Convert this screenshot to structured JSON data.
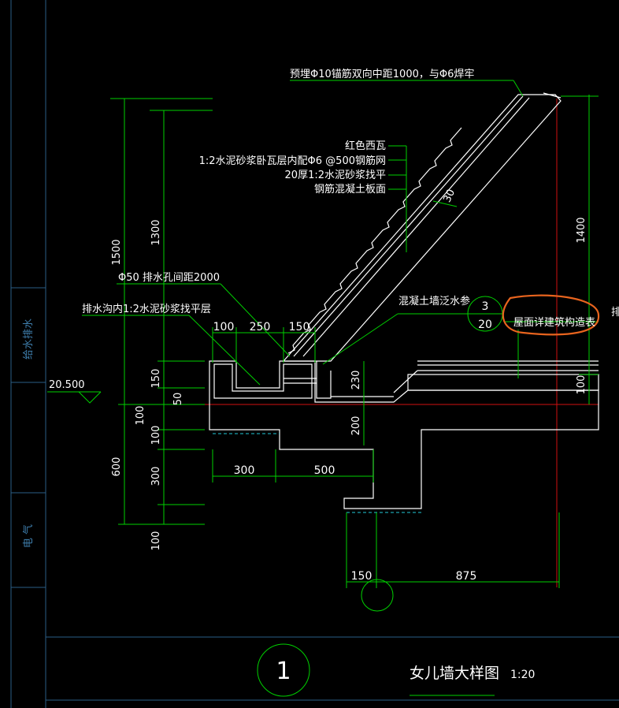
{
  "sidebar": {
    "labels": [
      "给水排水",
      "电 气"
    ]
  },
  "notes": {
    "embed": "预埋Φ10锚筋双向中距1000，与Φ6焊牢",
    "tile": "红色西瓦",
    "mortar_bed": "1:2水泥砂浆卧瓦层内配Φ6 @500钢筋网",
    "screed": "20厚1:2水泥砂浆找平",
    "slab": "钢筋混凝土板面",
    "drain_hole": "Φ50 排水孔间距2000",
    "gutter": "排水沟内1:2水泥砂浆找平层",
    "upturn": "混凝土墙泛水参",
    "roof_ref": "屋面详建筑构造表",
    "roof_ref_clip": "排",
    "elevation": "20.500"
  },
  "detail_ref": {
    "top": "3",
    "bottom": "20"
  },
  "dimensions": {
    "v1500": "1500",
    "v1300": "1300",
    "v600": "600",
    "v100a": "100",
    "v100b": "100",
    "v100c": "100",
    "v150": "150",
    "v50": "50",
    "v300": "300",
    "v230": "230",
    "v200": "200",
    "v1400": "1400",
    "v100r": "100",
    "h100": "100",
    "h250": "250",
    "h150": "150",
    "h300": "300",
    "h500": "500",
    "h150b": "150",
    "h875": "875",
    "slope": "30"
  },
  "title_block": {
    "number": "1",
    "title": "女儿墙大样图",
    "scale": "1:20"
  },
  "colors": {
    "background": "#000000",
    "dimension": "#00d000",
    "outline": "#ffffff",
    "hatch": "#22c8d8",
    "axis": "#d01010",
    "highlight": "#e8641e"
  }
}
